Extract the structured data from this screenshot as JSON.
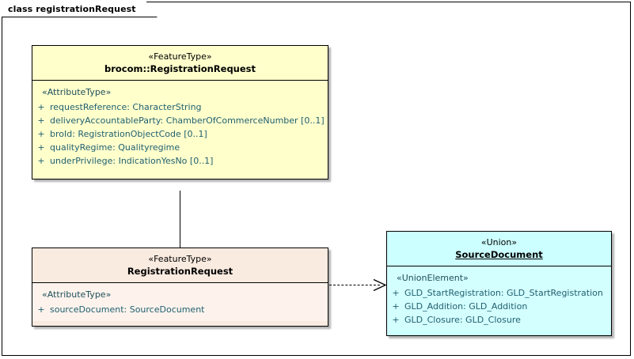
{
  "diagram": {
    "frame_label": "class registrationRequest"
  },
  "classes": [
    {
      "id": "brocom-registration-request",
      "stereotype": "«FeatureType»",
      "name": "brocom::RegistrationRequest",
      "name_underlined": false,
      "fill": "#ffffcc",
      "compartment_stereotype": "«AttributeType»",
      "attributes": [
        {
          "visibility": "+",
          "text": "requestReference: CharacterString"
        },
        {
          "visibility": "+",
          "text": "deliveryAccountableParty: ChamberOfCommerceNumber [0..1]"
        },
        {
          "visibility": "+",
          "text": "broId: RegistrationObjectCode [0..1]"
        },
        {
          "visibility": "+",
          "text": "qualityRegime: Qualityregime"
        },
        {
          "visibility": "+",
          "text": "underPrivilege: IndicationYesNo [0..1]"
        }
      ]
    },
    {
      "id": "registration-request",
      "stereotype": "«FeatureType»",
      "name": "RegistrationRequest",
      "name_underlined": false,
      "fill": "#faebe0",
      "compartment_stereotype": "«AttributeType»",
      "attributes": [
        {
          "visibility": "+",
          "text": "sourceDocument: SourceDocument"
        }
      ]
    },
    {
      "id": "source-document",
      "stereotype": "«Union»",
      "name": "SourceDocument",
      "name_underlined": true,
      "fill": "#ccffff",
      "compartment_stereotype": "«UnionElement»",
      "attributes": [
        {
          "visibility": "+",
          "text": "GLD_StartRegistration: GLD_StartRegistration"
        },
        {
          "visibility": "+",
          "text": "GLD_Addition: GLD_Addition"
        },
        {
          "visibility": "+",
          "text": "GLD_Closure: GLD_Closure"
        }
      ]
    }
  ],
  "connectors": [
    {
      "id": "generalization",
      "type": "generalization",
      "from": "registration-request",
      "to": "brocom-registration-request",
      "label": ""
    },
    {
      "id": "dependency",
      "type": "dependency",
      "from": "registration-request",
      "to": "source-document",
      "label": ""
    }
  ],
  "colors": {
    "featuretype_fill": "#ffffcc",
    "subtype_fill": "#faebe0",
    "union_fill": "#ccffff",
    "attribute_text": "#1f5f70",
    "line": "#000000"
  }
}
